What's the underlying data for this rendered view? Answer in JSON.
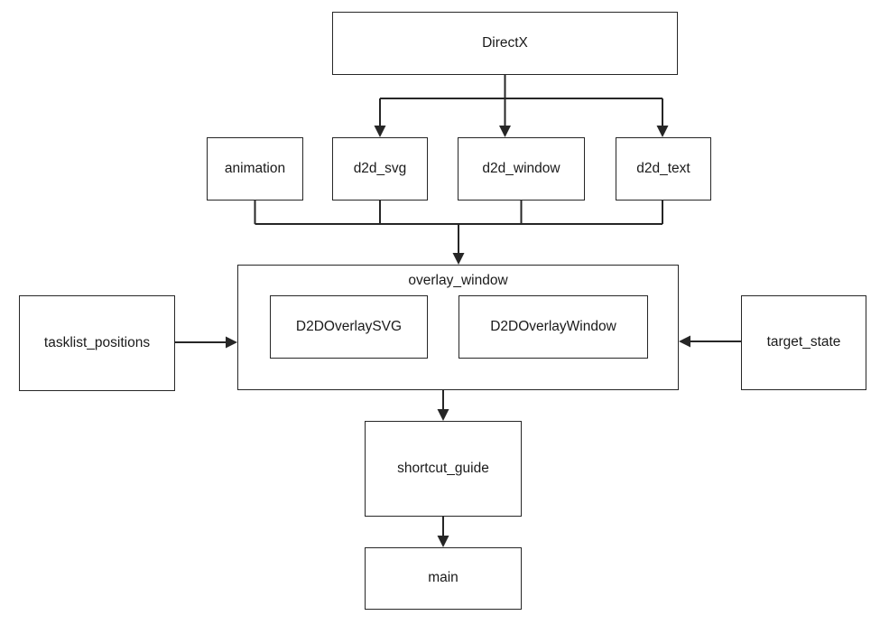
{
  "colors": {
    "background": "#ffffff",
    "stroke": "#262626",
    "text": "#1a1a1a",
    "node_fill": "#ffffff"
  },
  "diagram": {
    "type": "flowchart",
    "nodes": {
      "directx": {
        "label": "DirectX"
      },
      "animation": {
        "label": "animation"
      },
      "d2d_svg": {
        "label": "d2d_svg"
      },
      "d2d_window": {
        "label": "d2d_window"
      },
      "d2d_text": {
        "label": "d2d_text"
      },
      "overlay_window": {
        "label": "overlay_window"
      },
      "d2d_overlay_svg": {
        "label": "D2DOverlaySVG"
      },
      "d2d_overlay_window": {
        "label": "D2DOverlayWindow"
      },
      "tasklist_positions": {
        "label": "tasklist_positions"
      },
      "target_state": {
        "label": "target_state"
      },
      "shortcut_guide": {
        "label": "shortcut_guide"
      },
      "main": {
        "label": "main"
      }
    },
    "containment": [
      {
        "parent": "overlay_window",
        "children": [
          "d2d_overlay_svg",
          "d2d_overlay_window"
        ]
      }
    ],
    "edges": [
      {
        "from": "DirectX",
        "to": "d2d_svg"
      },
      {
        "from": "DirectX",
        "to": "d2d_window"
      },
      {
        "from": "DirectX",
        "to": "d2d_text"
      },
      {
        "from": "animation",
        "to": "overlay_window"
      },
      {
        "from": "d2d_svg",
        "to": "overlay_window"
      },
      {
        "from": "d2d_window",
        "to": "overlay_window"
      },
      {
        "from": "d2d_text",
        "to": "overlay_window"
      },
      {
        "from": "tasklist_positions",
        "to": "overlay_window"
      },
      {
        "from": "target_state",
        "to": "overlay_window"
      },
      {
        "from": "overlay_window",
        "to": "shortcut_guide"
      },
      {
        "from": "shortcut_guide",
        "to": "main"
      }
    ]
  }
}
